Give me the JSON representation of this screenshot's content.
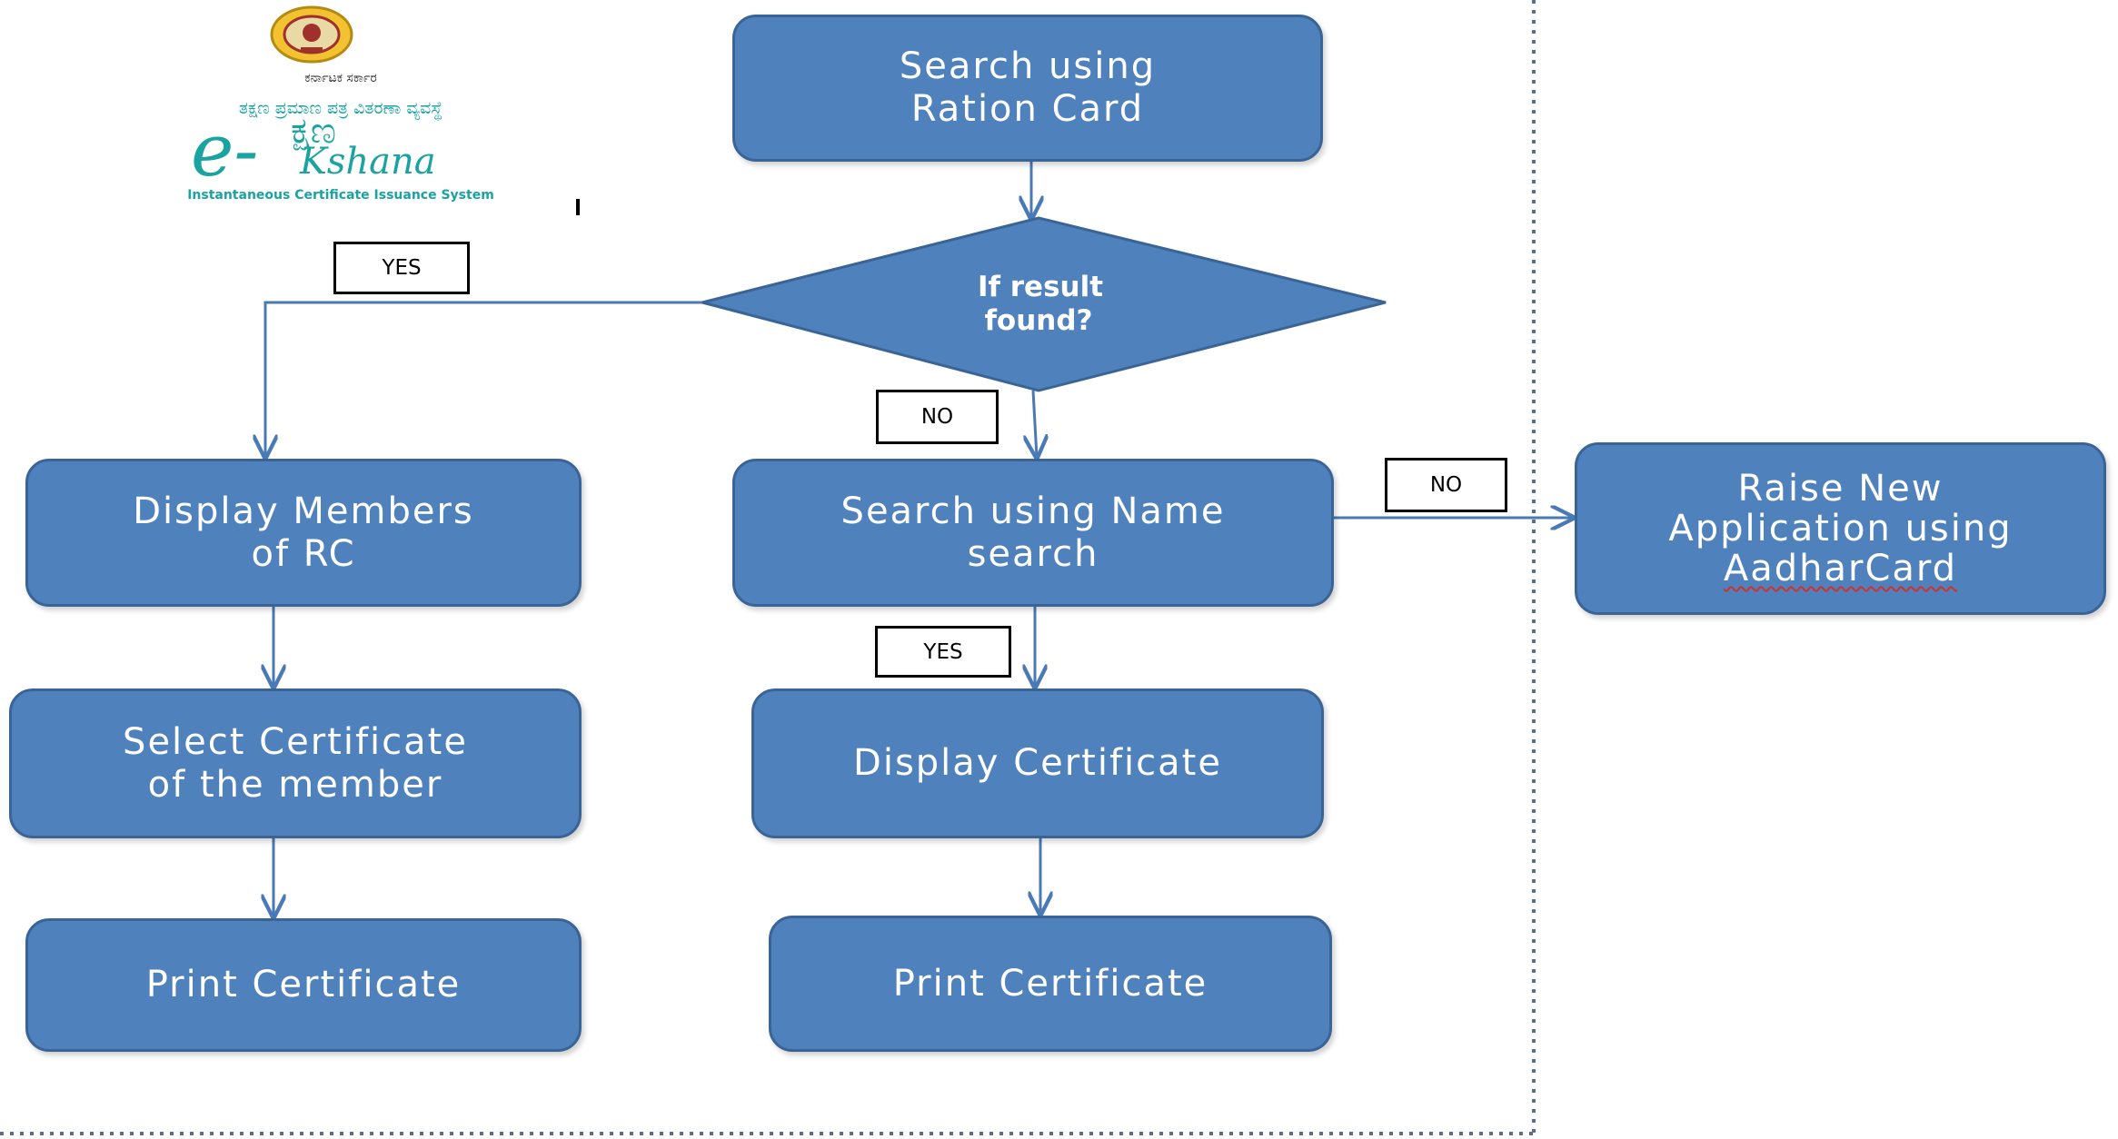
{
  "logo": {
    "line_kannada_1": "ಕರ್ನಾಟಕ ಸರ್ಕಾರ",
    "line_kannada_2": "ತಕ್ಷಣ ಪ್ರಮಾಣ ಪತ್ರ ವಿತರಣಾ ವ್ಯವಸ್ಥೆ",
    "mark_e": "e-",
    "mark_kannada": "ಕ್ಷಣ",
    "mark_latin": "Kshana",
    "tagline": "Instantaneous Certificate Issuance System"
  },
  "nodes": {
    "search_ration_card": {
      "line1": "Search using",
      "line2": "Ration Card"
    },
    "if_result_found": {
      "line1": "If result",
      "line2": "found?"
    },
    "display_members": {
      "line1": "Display Members",
      "line2": "of RC"
    },
    "select_certificate": {
      "line1": "Select Certificate",
      "line2": "of the member"
    },
    "print_certificate_left": {
      "label": "Print Certificate"
    },
    "search_name": {
      "line1": "Search using Name",
      "line2": "search"
    },
    "display_certificate": {
      "label": "Display Certificate"
    },
    "print_certificate_right": {
      "label": "Print Certificate"
    },
    "raise_new_application": {
      "line1": "Raise New",
      "line2": "Application using",
      "line3": "AadharCard"
    }
  },
  "edge_labels": {
    "yes_left": "YES",
    "no_down": "NO",
    "no_right": "NO",
    "yes_down": "YES"
  },
  "colors": {
    "node_fill": "#4f81bd",
    "node_border": "#3a6496",
    "connector": "#4a7ab5",
    "boundary": "#5b6f8a",
    "logo_teal": "#1aa3a0"
  }
}
